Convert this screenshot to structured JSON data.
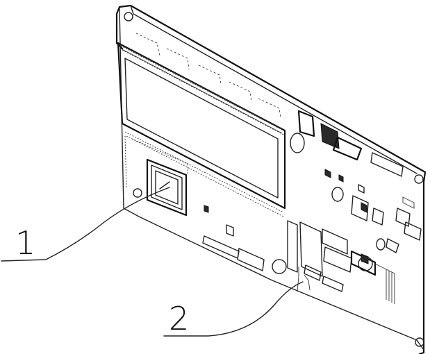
{
  "callouts": [
    {
      "id": "1",
      "label": "1"
    },
    {
      "id": "2",
      "label": "2"
    }
  ],
  "colors": {
    "line": "#222222",
    "background": "#ffffff"
  }
}
